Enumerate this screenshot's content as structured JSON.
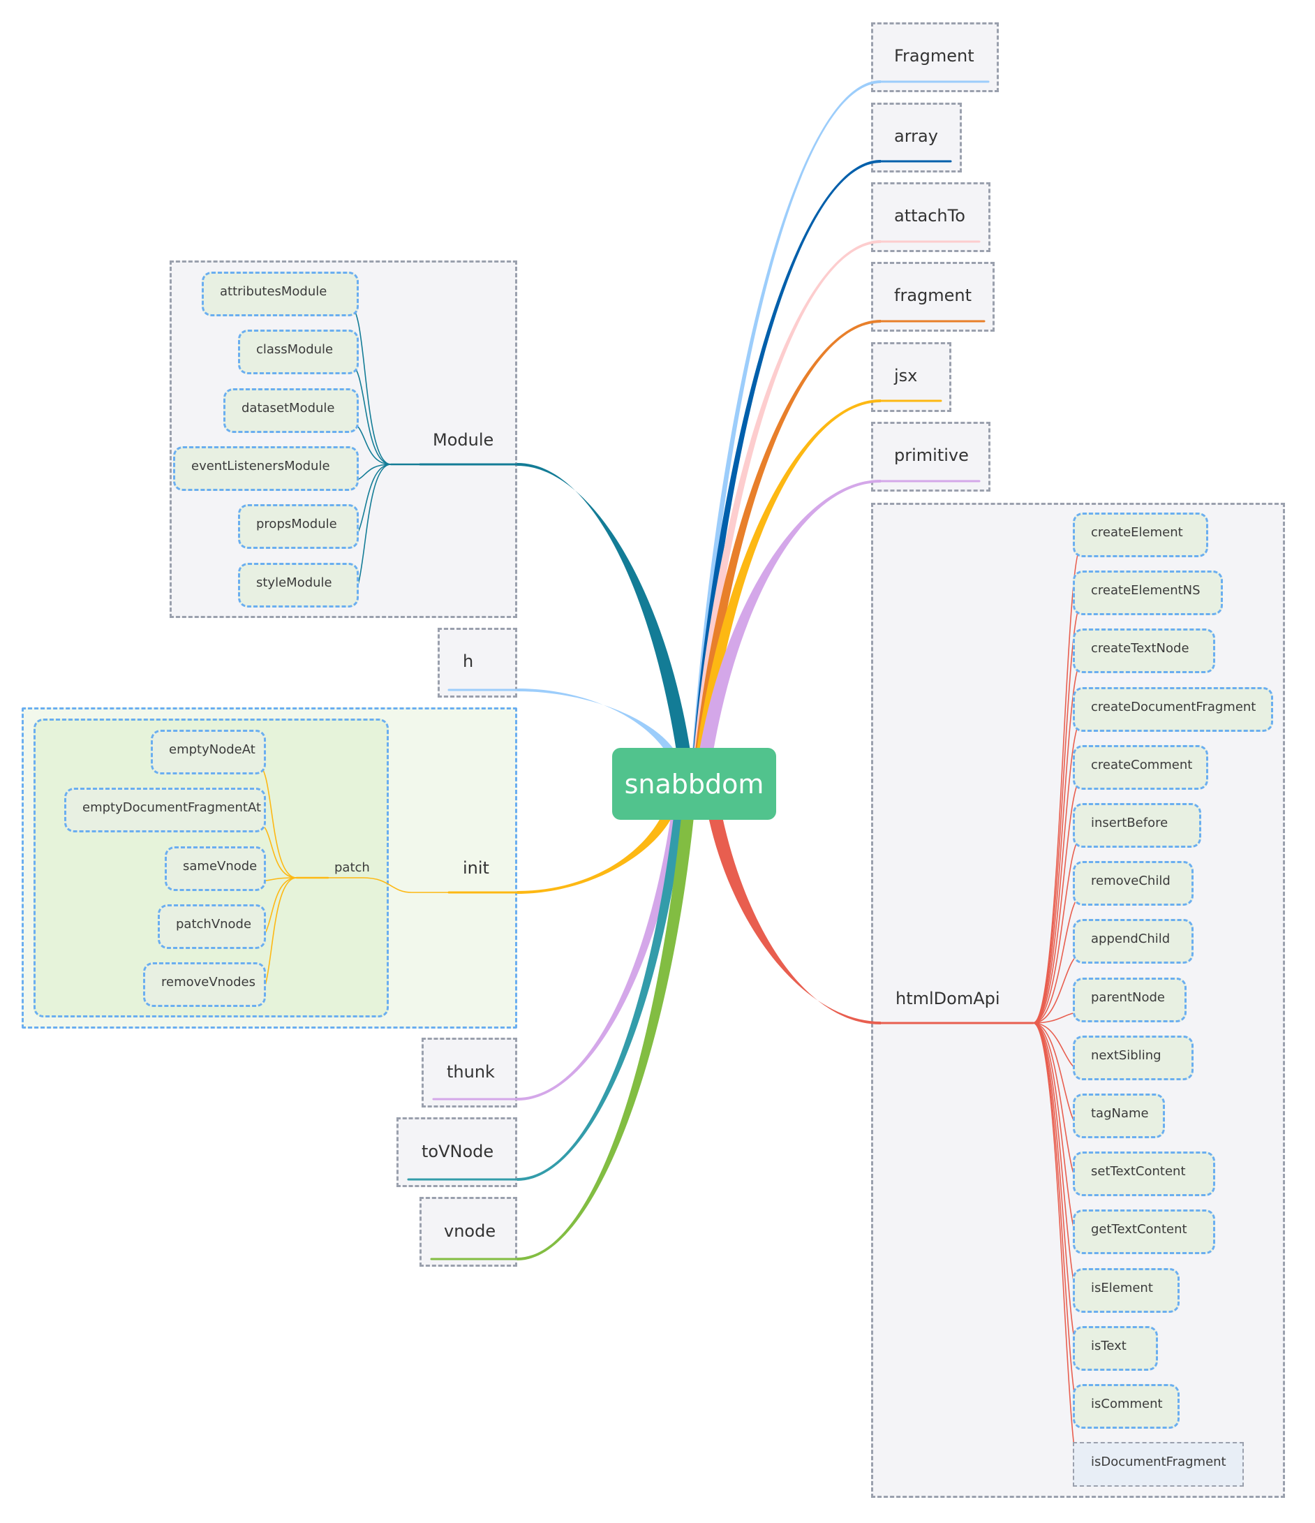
{
  "root": {
    "label": "snabbdom",
    "color": "#51c38d"
  },
  "branches": {
    "right": [
      {
        "label": "Fragment",
        "color": "#9ccdfb"
      },
      {
        "label": "array",
        "color": "#005fab"
      },
      {
        "label": "attachTo",
        "color": "#fdcdce"
      },
      {
        "label": "fragment",
        "color": "#e87f2a"
      },
      {
        "label": "jsx",
        "color": "#fdb813"
      },
      {
        "label": "primitive",
        "color": "#d4a7e9"
      },
      {
        "label": "htmlDomApi",
        "color": "#e85e4f",
        "children": [
          "createElement",
          "createElementNS",
          "createTextNode",
          "createDocumentFragment",
          "createComment",
          "insertBefore",
          "removeChild",
          "appendChild",
          "parentNode",
          "nextSibling",
          "tagName",
          "setTextContent",
          "getTextContent",
          "isElement",
          "isText",
          "isComment",
          "isDocumentFragment"
        ]
      }
    ],
    "left": [
      {
        "label": "Module",
        "color": "#137c96",
        "children": [
          "attributesModule",
          "classModule",
          "datasetModule",
          "eventListenersModule",
          "propsModule",
          "styleModule"
        ]
      },
      {
        "label": "h",
        "color": "#9ccdfb"
      },
      {
        "label": "init",
        "color": "#fdb813",
        "sub": {
          "label": "patch",
          "children": [
            "emptyNodeAt",
            "emptyDocumentFragmentAt",
            "sameVnode",
            "patchVnode",
            "removeVnodes"
          ]
        }
      },
      {
        "label": "thunk",
        "color": "#d4a7e9"
      },
      {
        "label": "toVNode",
        "color": "#339caa"
      },
      {
        "label": "vnode",
        "color": "#82bd42"
      }
    ]
  }
}
